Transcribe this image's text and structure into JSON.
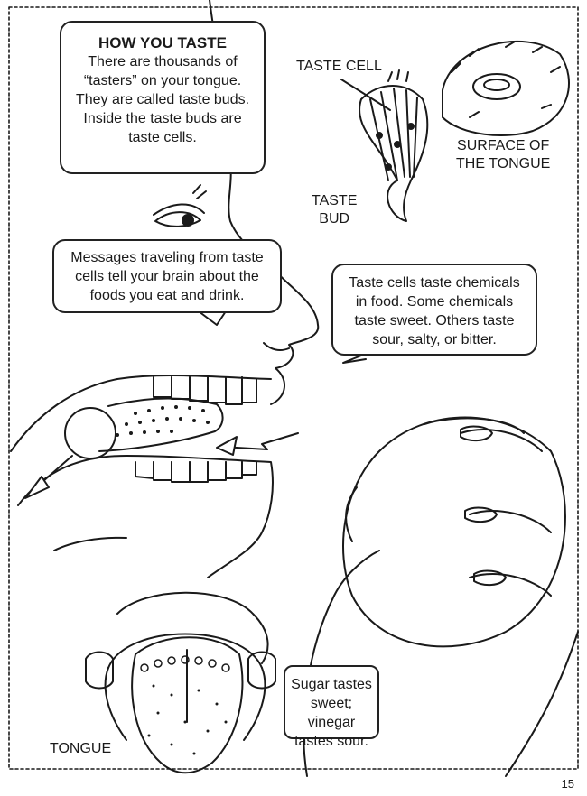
{
  "how_you_taste": {
    "title": "HOW YOU TASTE",
    "lines": [
      "There are thousands of",
      "“tasters” on your tongue.",
      "They are called taste buds.",
      "Inside the taste buds are",
      "taste cells."
    ]
  },
  "labels": {
    "taste_cell": "TASTE CELL",
    "surface": [
      "SURFACE OF",
      "THE TONGUE"
    ],
    "taste_bud": [
      "TASTE",
      "BUD"
    ],
    "tongue": "TONGUE"
  },
  "messages_box": {
    "lines": [
      "Messages traveling from taste",
      "cells tell your brain about the",
      "foods you eat and drink."
    ]
  },
  "chemicals_box": {
    "lines": [
      "Taste cells taste chemicals",
      "in food. Some chemicals",
      "taste sweet. Others taste",
      "sour, salty, or bitter."
    ]
  },
  "sugar_box": {
    "lines": [
      "Sugar tastes",
      "sweet; vinegar",
      "tastes sour."
    ]
  },
  "page_number": "15",
  "colors": {
    "ink": "#1a1a1a",
    "paper": "#ffffff"
  }
}
